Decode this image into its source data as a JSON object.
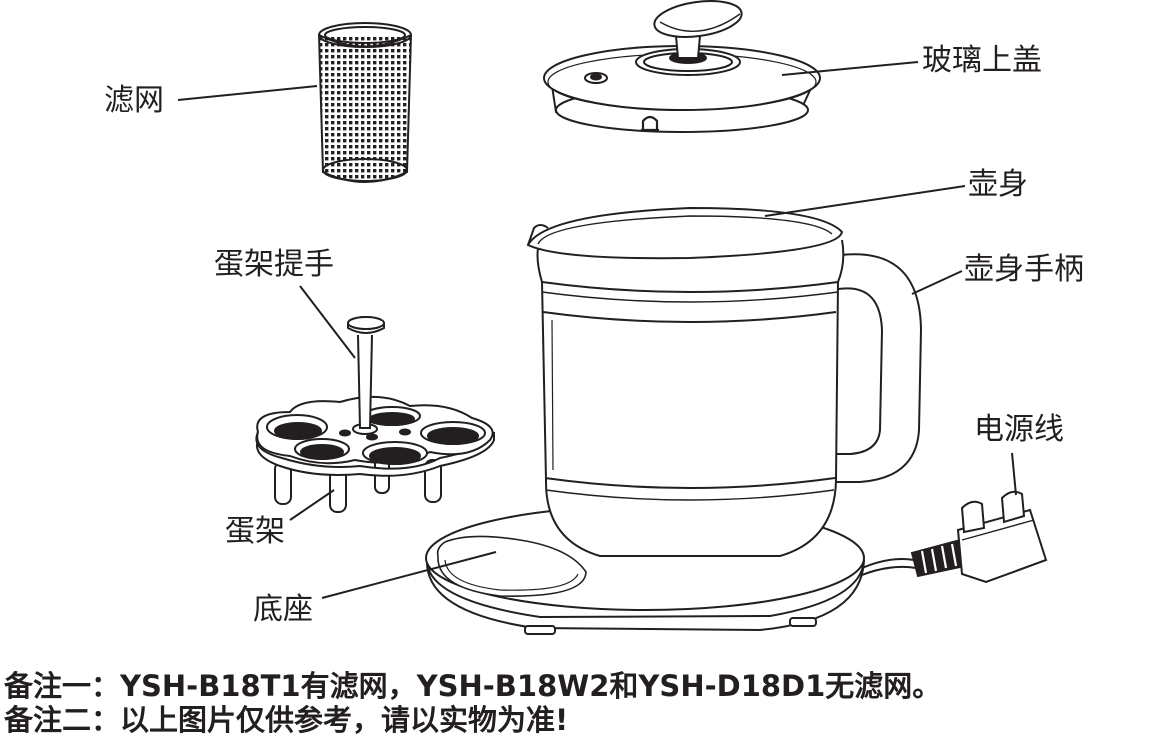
{
  "labels": {
    "filter": "滤网",
    "glass_lid": "玻璃上盖",
    "pot_body": "壶身",
    "pot_handle": "壶身手柄",
    "egg_rack_handle": "蛋架提手",
    "power_cord": "电源线",
    "egg_rack": "蛋架",
    "base": "底座"
  },
  "notes": {
    "note1": "备注一：YSH-B18T1有滤网，YSH-B18W2和YSH-D18D1无滤网。",
    "note2": "备注二：以上图片仅供参考，请以实物为准!"
  }
}
